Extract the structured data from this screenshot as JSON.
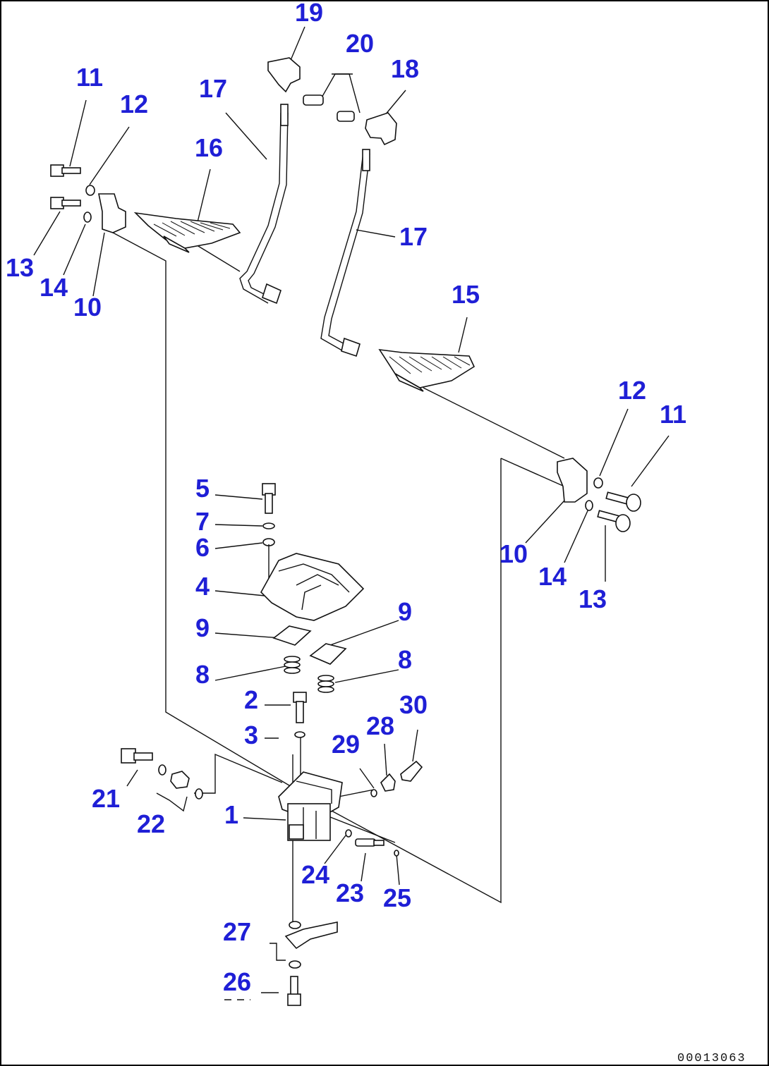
{
  "diagram": {
    "part_labels": {
      "p1": "1",
      "p2": "2",
      "p3": "3",
      "p4": "4",
      "p5": "5",
      "p6": "6",
      "p7": "7",
      "p8a": "8",
      "p8b": "8",
      "p9a": "9",
      "p9b": "9",
      "p10a": "10",
      "p10b": "10",
      "p11a": "11",
      "p11b": "11",
      "p12a": "12",
      "p12b": "12",
      "p13a": "13",
      "p13b": "13",
      "p14a": "14",
      "p14b": "14",
      "p15": "15",
      "p16": "16",
      "p17a": "17",
      "p17b": "17",
      "p18": "18",
      "p19": "19",
      "p20": "20",
      "p21": "21",
      "p22": "22",
      "p23": "23",
      "p24": "24",
      "p25": "25",
      "p26": "26",
      "p27": "27",
      "p28": "28",
      "p29": "29",
      "p30": "30"
    },
    "reference_code": "00013063",
    "label_color": "#1f1fd6"
  }
}
